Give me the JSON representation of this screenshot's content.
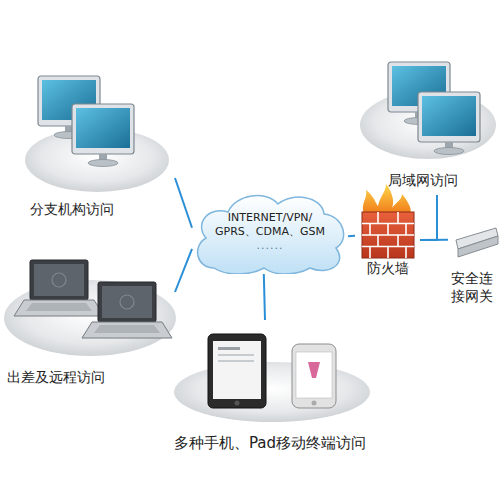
{
  "diagram": {
    "nodes": [
      {
        "text": [
          "分支机构访问"
        ]
      },
      {
        "text": [
          "局域网访问"
        ]
      },
      {
        "text": [
          "INTERNET/VPN/ GPRS、CDMA、GSM",
          "......"
        ]
      },
      {
        "text": [
          "防火墙"
        ]
      },
      {
        "text": [
          "安全连接网关"
        ]
      },
      {
        "text": [
          "出差及远程访问"
        ]
      },
      {
        "text": [
          "多种手机、Pad移动终端访问"
        ]
      }
    ],
    "edges": [
      {
        "from": 0,
        "to": 2,
        "arrow": "none"
      },
      {
        "from": 5,
        "to": 2,
        "arrow": "none"
      },
      {
        "from": 6,
        "to": 2,
        "arrow": "none"
      },
      {
        "from": 2,
        "to": 3,
        "arrow": "none"
      },
      {
        "from": 3,
        "to": 1,
        "arrow": "none"
      },
      {
        "from": 3,
        "to": 4,
        "arrow": "none"
      }
    ]
  }
}
